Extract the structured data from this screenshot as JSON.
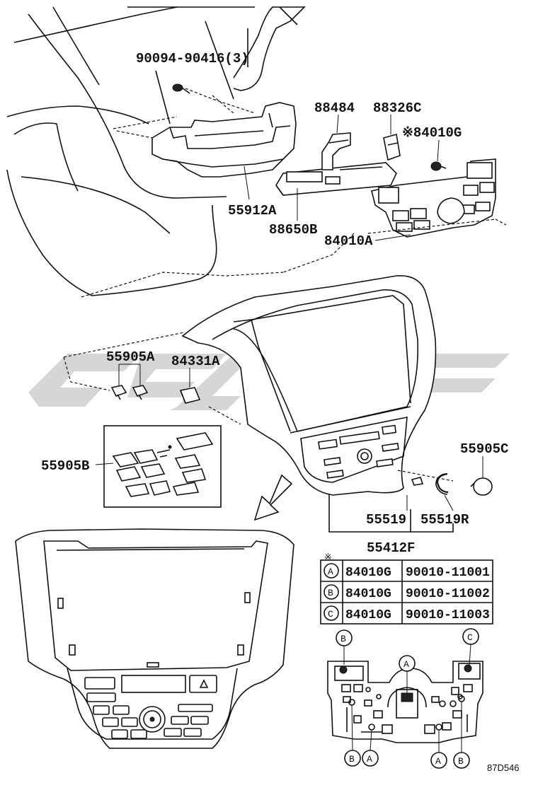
{
  "labels": {
    "screw": "90094-90416(3)",
    "p88484": "88484",
    "p88326c": "88326C",
    "p84010g": "※84010G",
    "p55912a": "55912A",
    "p88650b": "88650B",
    "p84010a": "84010A",
    "p55905a": "55905A",
    "p84331a": "84331A",
    "p55905b": "55905B",
    "p55905c": "55905C",
    "p55519": "55519",
    "p55519r": "55519R",
    "p55412f": "55412F",
    "note_mark": "※",
    "ref_code": "87D546"
  },
  "table": {
    "rows": [
      {
        "mark": "A",
        "part": "84010G",
        "number": "90010-11001"
      },
      {
        "mark": "B",
        "part": "84010G",
        "number": "90010-11002"
      },
      {
        "mark": "C",
        "part": "84010G",
        "number": "90010-11003"
      }
    ]
  },
  "callouts": {
    "b_top": "B",
    "c_top": "C",
    "a_top": "A",
    "b_bottom_left": "B",
    "a_bottom_left": "A",
    "a_bottom_right": "A",
    "b_bottom_right": "B"
  },
  "colors": {
    "line": "#111111",
    "watermark": "#d6d6d6",
    "background": "#ffffff"
  }
}
